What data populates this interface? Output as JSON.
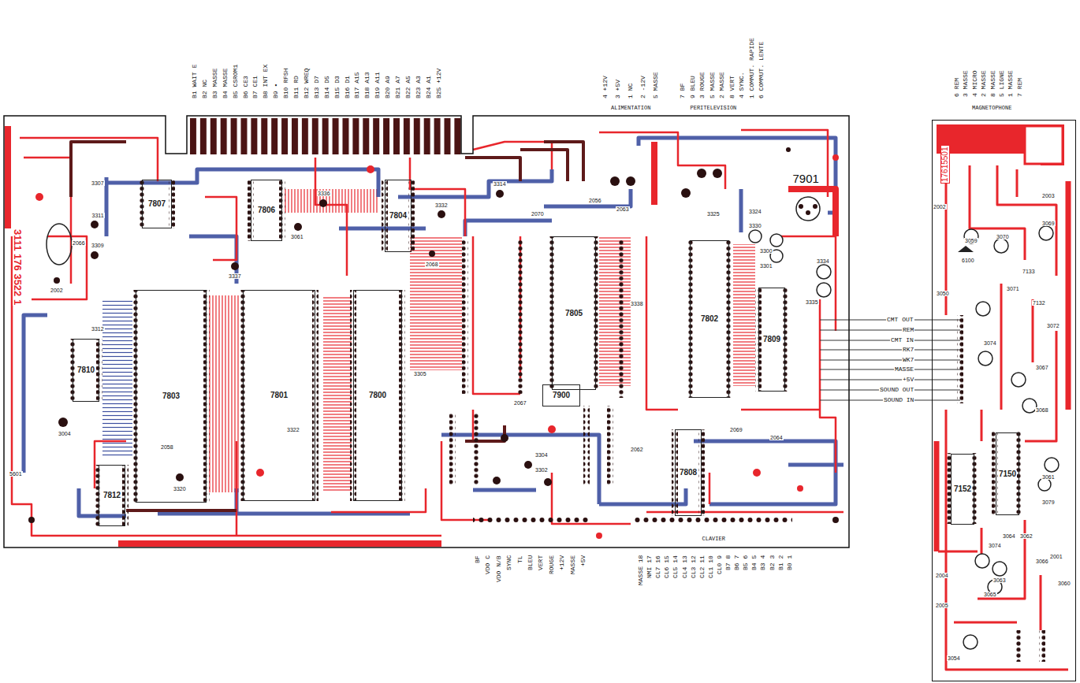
{
  "diagram": {
    "nodes": [
      {
        "text": [
          "3111 176 3522 1"
        ]
      },
      {
        "text": [
          "17615501"
        ]
      },
      {
        "text": [
          "7807"
        ],
        "in": 0
      },
      {
        "text": [
          "7810"
        ],
        "in": 0
      },
      {
        "text": [
          "7812"
        ],
        "in": 0
      },
      {
        "text": [
          "7803"
        ],
        "in": 0
      },
      {
        "text": [
          "7806"
        ],
        "in": 0
      },
      {
        "text": [
          "7801"
        ],
        "in": 0
      },
      {
        "text": [
          "7800"
        ],
        "in": 0
      },
      {
        "text": [
          "7804"
        ],
        "in": 0
      },
      {
        "text": [
          "7805"
        ],
        "in": 0
      },
      {
        "text": [
          "7900"
        ],
        "in": 0
      },
      {
        "text": [
          "7802"
        ],
        "in": 0
      },
      {
        "text": [
          "7808"
        ],
        "in": 0
      },
      {
        "text": [
          "7809"
        ],
        "in": 0
      },
      {
        "text": [
          "7152"
        ],
        "in": 1
      },
      {
        "text": [
          "7150"
        ],
        "in": 1
      }
    ],
    "edges": [
      {
        "from": 0,
        "to": 1,
        "label": "CMT OUT",
        "arrow": "none"
      },
      {
        "from": 0,
        "to": 1,
        "label": "REM",
        "arrow": "none"
      },
      {
        "from": 0,
        "to": 1,
        "label": "CMT IN",
        "arrow": "none"
      },
      {
        "from": 0,
        "to": 1,
        "label": "RK7",
        "arrow": "none"
      },
      {
        "from": 0,
        "to": 1,
        "label": "WK7",
        "arrow": "none"
      },
      {
        "from": 0,
        "to": 1,
        "label": "MASSE",
        "arrow": "none"
      },
      {
        "from": 0,
        "to": 1,
        "label": "+5V",
        "arrow": "none"
      },
      {
        "from": 0,
        "to": 1,
        "label": "SOUND OUT",
        "arrow": "none"
      },
      {
        "from": 0,
        "to": 1,
        "label": "SOUND IN",
        "arrow": "none"
      }
    ],
    "labels": [
      "B1 WAIT E",
      "B2 NC",
      "B3 MASSE",
      "B4 MASSE",
      "B5 CSROM1",
      "B6 CE3",
      "B7 CE1",
      "B8 INT EX",
      "B9 •",
      "B10 RFSH",
      "B11 RD",
      "B12 WREQ",
      "B13 D7",
      "B14 D5",
      "B15 D3",
      "B16 D1",
      "B17 A15",
      "B18 A13",
      "B19 A11",
      "B20 A9",
      "B21 A7",
      "B22 A5",
      "B23 A3",
      "B24 A1",
      "B25 +12V",
      "4 +12V",
      "3 +5V",
      "1 NC",
      "2 -12V",
      "5 MASSE",
      "ALIMENTATION",
      "7 BF",
      "9 BLEU",
      "3 ROUGE",
      "5 MASSE",
      "2 MASSE",
      "8 VERT",
      "4 SYNC.",
      "1 COMMUT. RAPIDE",
      "6 COMMUT. LENTE",
      "PERITELEVISION",
      "6 REM",
      "3 MASSE",
      "4 MICRO",
      "2 MASSE",
      "8 MASSE",
      "5 LIGNE",
      "1 MASSE",
      "7 REM",
      "MAGNETOPHONE",
      "BF",
      "VDO C",
      "VDO N/B",
      "SYNC",
      "TL",
      "BLEU",
      "VERT",
      "ROUGE",
      "+12V",
      "MASSE",
      "+5V",
      "MASSE 18",
      "NMI 17",
      "CL7 16",
      "CL6 15",
      "CL5 14",
      "CL4 13",
      "CL3 12",
      "CL2 11",
      "CL1 10",
      "CL0 9",
      "B7 8",
      "B6 7",
      "B5 6",
      "B4 5",
      "B3 4",
      "B2 3",
      "B1 2",
      "B0 1",
      "CLAVIER",
      "7901",
      "2056",
      "2070",
      "2063",
      "3314",
      "3332",
      "3325",
      "3324",
      "3330",
      "3300",
      "3301",
      "3334",
      "3335",
      "3336",
      "3337",
      "3061",
      "3338",
      "2068",
      "2002",
      "2066",
      "3311",
      "3309",
      "3312",
      "3307",
      "3004",
      "5601",
      "3305",
      "3322",
      "3320",
      "2058",
      "2064",
      "2062",
      "2069",
      "2067",
      "3304",
      "3302",
      "2002",
      "2003",
      "3069",
      "3059",
      "3070",
      "6100",
      "7133",
      "7132",
      "3050",
      "3071",
      "3072",
      "3074",
      "3067",
      "3068",
      "3061",
      "3079",
      "3074",
      "3064",
      "3062",
      "3066",
      "2001",
      "3063",
      "3065",
      "3060",
      "2004",
      "2005",
      "3054"
    ]
  }
}
